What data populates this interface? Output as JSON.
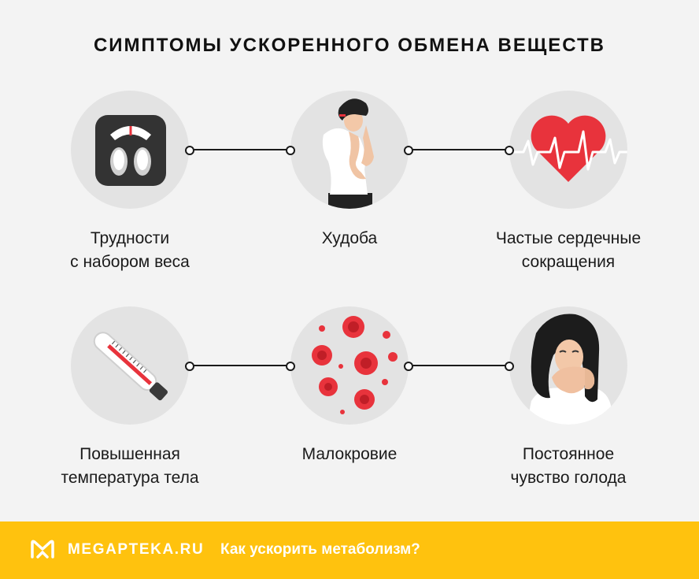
{
  "title": "СИМПТОМЫ УСКОРЕННОГО ОБМЕНА ВЕЩЕСТВ",
  "symptoms": [
    {
      "line1": "Трудности",
      "line2": "с набором веса",
      "icon": "scale-icon"
    },
    {
      "line1": "Худоба",
      "line2": "",
      "icon": "thin-woman-icon"
    },
    {
      "line1": "Частые сердечные",
      "line2": "сокращения",
      "icon": "heartbeat-icon"
    },
    {
      "line1": "Повышенная",
      "line2": "температура тела",
      "icon": "thermometer-icon"
    },
    {
      "line1": "Малокровие",
      "line2": "",
      "icon": "blood-cells-icon"
    },
    {
      "line1": "Постоянное",
      "line2": "чувство голода",
      "icon": "hungry-woman-icon"
    }
  ],
  "footer": {
    "brand": "MEGAPTEKA.RU",
    "link": "Как ускорить метаболизм?",
    "background": "#ffc20e"
  },
  "colors": {
    "accent_red": "#e8333c",
    "circle_bg": "#e3e3e3",
    "page_bg": "#f3f3f3"
  }
}
